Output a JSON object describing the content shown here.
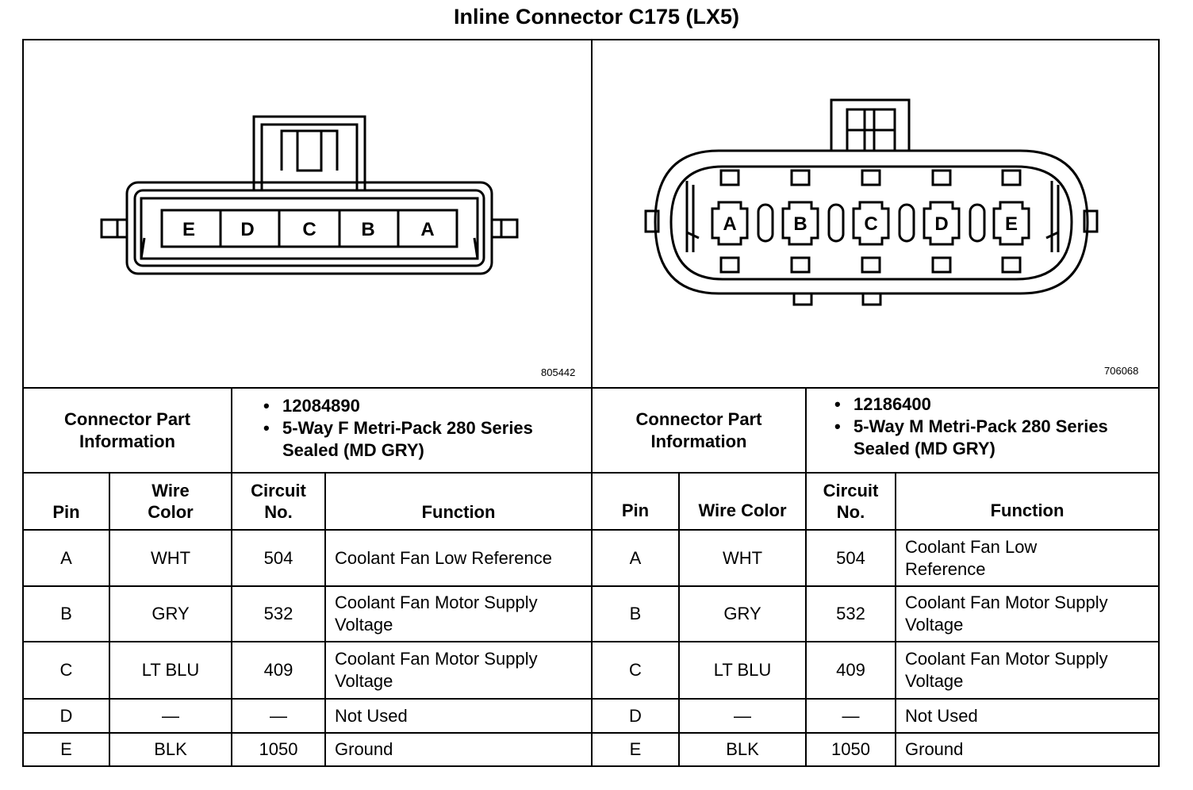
{
  "title": "Inline Connector C175 (LX5)",
  "left": {
    "figure_id": "805442",
    "pins_shown": [
      "E",
      "D",
      "C",
      "B",
      "A"
    ],
    "info_label": "Connector Part Information",
    "part_info": [
      "12084890",
      "5-Way F Metri-Pack 280 Series Sealed (MD GRY)"
    ],
    "headers": {
      "pin": "Pin",
      "wire": "Wire Color",
      "circuit": "Circuit No.",
      "function": "Function"
    },
    "rows": [
      {
        "pin": "A",
        "wire": "WHT",
        "circuit": "504",
        "function": "Coolant Fan Low Reference"
      },
      {
        "pin": "B",
        "wire": "GRY",
        "circuit": "532",
        "function": "Coolant Fan Motor Supply Voltage"
      },
      {
        "pin": "C",
        "wire": "LT BLU",
        "circuit": "409",
        "function": "Coolant Fan Motor Supply Voltage"
      },
      {
        "pin": "D",
        "wire": "—",
        "circuit": "—",
        "function": "Not Used"
      },
      {
        "pin": "E",
        "wire": "BLK",
        "circuit": "1050",
        "function": "Ground"
      }
    ]
  },
  "right": {
    "figure_id": "706068",
    "pins_shown": [
      "A",
      "B",
      "C",
      "D",
      "E"
    ],
    "info_label": "Connector Part Information",
    "part_info": [
      "12186400",
      "5-Way M Metri-Pack 280 Series Sealed (MD GRY)"
    ],
    "headers": {
      "pin": "Pin",
      "wire": "Wire Color",
      "circuit": "Circuit No.",
      "function": "Function"
    },
    "rows": [
      {
        "pin": "A",
        "wire": "WHT",
        "circuit": "504",
        "function": "Coolant Fan Low Reference"
      },
      {
        "pin": "B",
        "wire": "GRY",
        "circuit": "532",
        "function": "Coolant Fan Motor Supply Voltage"
      },
      {
        "pin": "C",
        "wire": "LT BLU",
        "circuit": "409",
        "function": "Coolant Fan Motor Supply Voltage"
      },
      {
        "pin": "D",
        "wire": "—",
        "circuit": "—",
        "function": "Not Used"
      },
      {
        "pin": "E",
        "wire": "BLK",
        "circuit": "1050",
        "function": "Ground"
      }
    ]
  }
}
